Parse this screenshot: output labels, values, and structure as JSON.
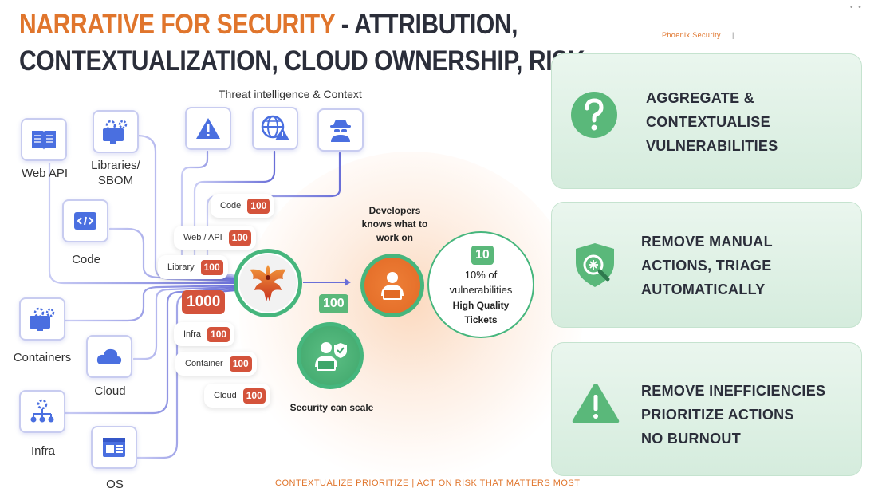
{
  "header": {
    "title_accent": "NARRATIVE FOR SECURITY",
    "title_rest_line1": " - ATTRIBUTION,",
    "title_line2": "CONTEXTUALIZATION, CLOUD OWNERSHIP, RISK",
    "brand": "Phoenix Security",
    "brand_separator": "|"
  },
  "threat_intel": {
    "label": "Threat intelligence & Context",
    "icons": [
      "warning-icon",
      "globe-alert-icon",
      "spy-icon"
    ]
  },
  "sources": {
    "web_api": "Web API",
    "libraries": "Libraries/\nSBOM",
    "code": "Code",
    "containers": "Containers",
    "cloud": "Cloud",
    "infra": "Infra",
    "os": "OS"
  },
  "pills": {
    "code": {
      "label": "Code",
      "count": "100"
    },
    "web_api": {
      "label": "Web / API",
      "count": "100"
    },
    "library": {
      "label": "Library",
      "count": "100"
    },
    "infra": {
      "label": "Infra",
      "count": "100"
    },
    "container": {
      "label": "Container",
      "count": "100"
    },
    "cloud": {
      "label": "Cloud",
      "count": "100"
    }
  },
  "aggregate_count": "1000",
  "security_count": "100",
  "developers_text": "Developers\nknows what to\nwork on",
  "security_text": "Security can scale",
  "outcome": {
    "count": "10",
    "line1": "10% of",
    "line2": "vulnerabilities",
    "line3": "High Quality",
    "line4": "Tickets"
  },
  "cards": [
    {
      "icon": "question-icon",
      "lines": [
        "AGGREGATE &",
        "CONTEXTUALISE",
        "VULNERABILITIES"
      ]
    },
    {
      "icon": "shield-search-icon",
      "lines": [
        "REMOVE MANUAL",
        "ACTIONS, TRIAGE",
        "AUTOMATICALLY"
      ]
    },
    {
      "icon": "warning-triangle-icon",
      "lines": [
        "REMOVE INEFFICIENCIES",
        "PRIORITIZE ACTIONS",
        "NO BURNOUT"
      ]
    }
  ],
  "footer": "CONTEXTUALIZE PRIORITIZE |  ACT ON RISK THAT MATTERS MOST",
  "colors": {
    "accent": "#e0752c",
    "dark": "#2b2e3a",
    "badge_red": "#d4533b",
    "green": "#46b67d",
    "wire": "#8a90e0"
  }
}
